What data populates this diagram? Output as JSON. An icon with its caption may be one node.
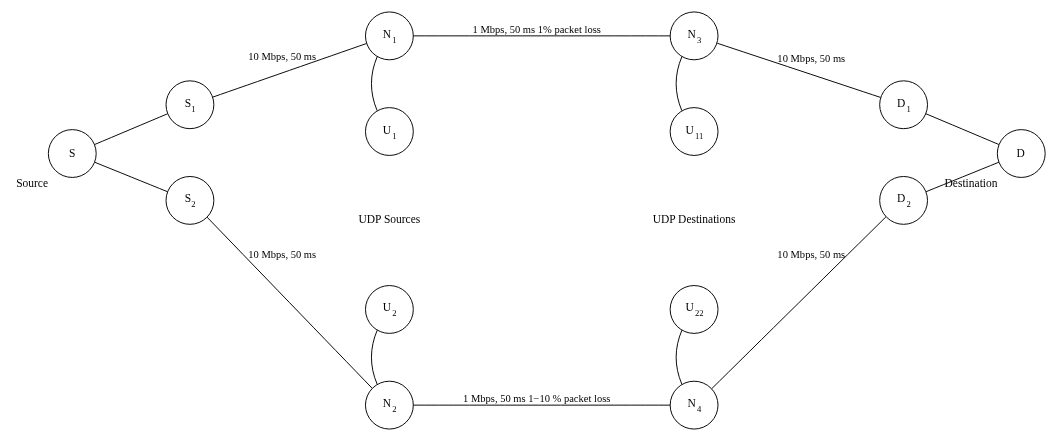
{
  "diagram": {
    "nodes": [
      {
        "text": [
          "S"
        ],
        "beside": [
          "Source"
        ]
      },
      {
        "text": [
          "S$_{1}$"
        ]
      },
      {
        "text": [
          "S$_{2}$"
        ]
      },
      {
        "text": [
          "N$_{1}$"
        ]
      },
      {
        "text": [
          "U$_{1}$"
        ]
      },
      {
        "text": [
          "U$_{2}$"
        ]
      },
      {
        "text": [
          "N$_{2}$"
        ]
      },
      {
        "text": [
          "N$_{3}$"
        ]
      },
      {
        "text": [
          "U$_{11}$"
        ]
      },
      {
        "text": [
          "U$_{22}$"
        ]
      },
      {
        "text": [
          "N$_{4}$"
        ]
      },
      {
        "text": [
          "D$_{1}$"
        ]
      },
      {
        "text": [
          "D$_{2}$"
        ]
      },
      {
        "text": [
          "D"
        ],
        "beside": [
          "Destination"
        ]
      }
    ],
    "edges": [
      {
        "from": 0,
        "to": 1,
        "arrow": "none"
      },
      {
        "from": 0,
        "to": 2,
        "arrow": "none"
      },
      {
        "from": 1,
        "to": 3,
        "arrow": "none",
        "label": "10 Mbps, 50 ms"
      },
      {
        "from": 2,
        "to": 6,
        "arrow": "none",
        "label": "10 Mbps, 50 ms"
      },
      {
        "from": 3,
        "to": 4,
        "arrow": "none"
      },
      {
        "from": 5,
        "to": 6,
        "arrow": "none"
      },
      {
        "from": 3,
        "to": 7,
        "arrow": "none",
        "label": "1 Mbps, 50 ms 1% packet loss"
      },
      {
        "from": 6,
        "to": 10,
        "arrow": "none",
        "label": "1 Mbps, 50 ms 1−10 % packet loss"
      },
      {
        "from": 7,
        "to": 8,
        "arrow": "none"
      },
      {
        "from": 9,
        "to": 10,
        "arrow": "none"
      },
      {
        "from": 7,
        "to": 11,
        "arrow": "none",
        "label": "10 Mbps, 50 ms"
      },
      {
        "from": 10,
        "to": 12,
        "arrow": "none",
        "label": "10 Mbps, 50 ms"
      },
      {
        "from": 11,
        "to": 13,
        "arrow": "none"
      },
      {
        "from": 12,
        "to": 13,
        "arrow": "none"
      }
    ],
    "labels": [
      "UDP Sources",
      "UDP Destinations"
    ]
  }
}
